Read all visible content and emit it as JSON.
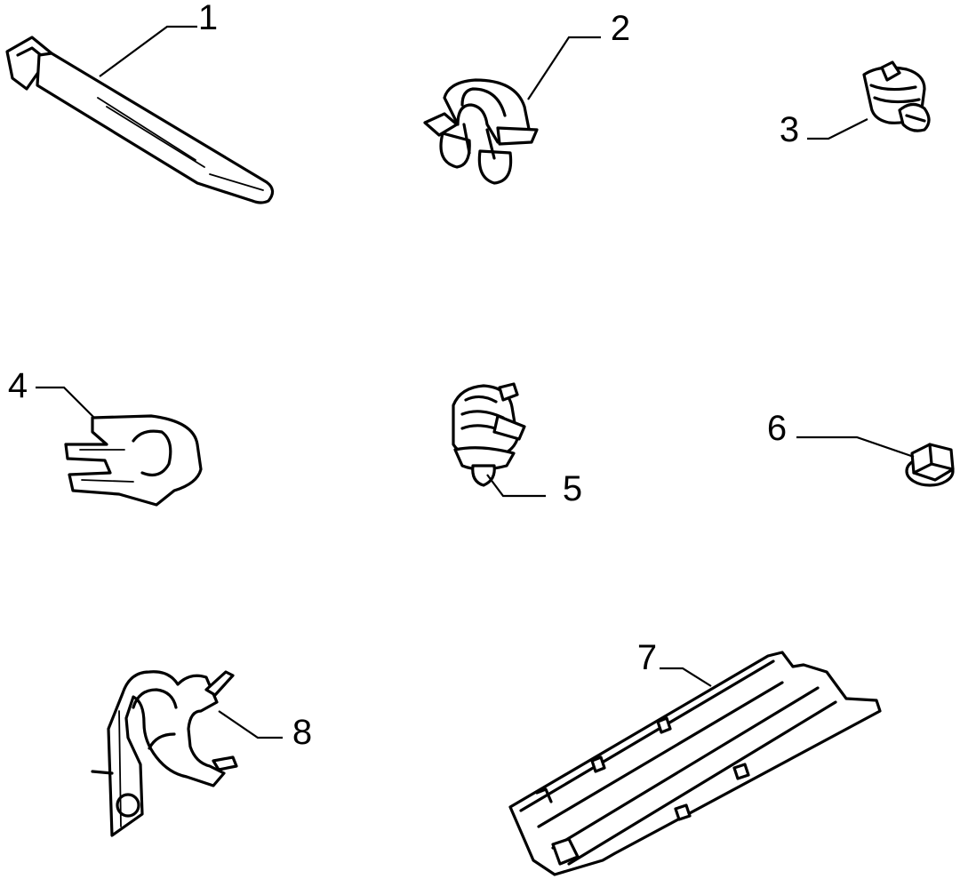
{
  "diagram": {
    "parts": [
      {
        "id": "1",
        "label": "1",
        "shape": "cable-tie"
      },
      {
        "id": "2",
        "label": "2",
        "shape": "pipe-clip-double"
      },
      {
        "id": "3",
        "label": "3",
        "shape": "hose-clamp"
      },
      {
        "id": "4",
        "label": "4",
        "shape": "spring-clip"
      },
      {
        "id": "5",
        "label": "5",
        "shape": "push-in-clip"
      },
      {
        "id": "6",
        "label": "6",
        "shape": "cap-nut"
      },
      {
        "id": "7",
        "label": "7",
        "shape": "cable-channel"
      },
      {
        "id": "8",
        "label": "8",
        "shape": "bracket-clip"
      }
    ]
  },
  "style": {
    "line_color": "#000000",
    "background": "#ffffff"
  }
}
